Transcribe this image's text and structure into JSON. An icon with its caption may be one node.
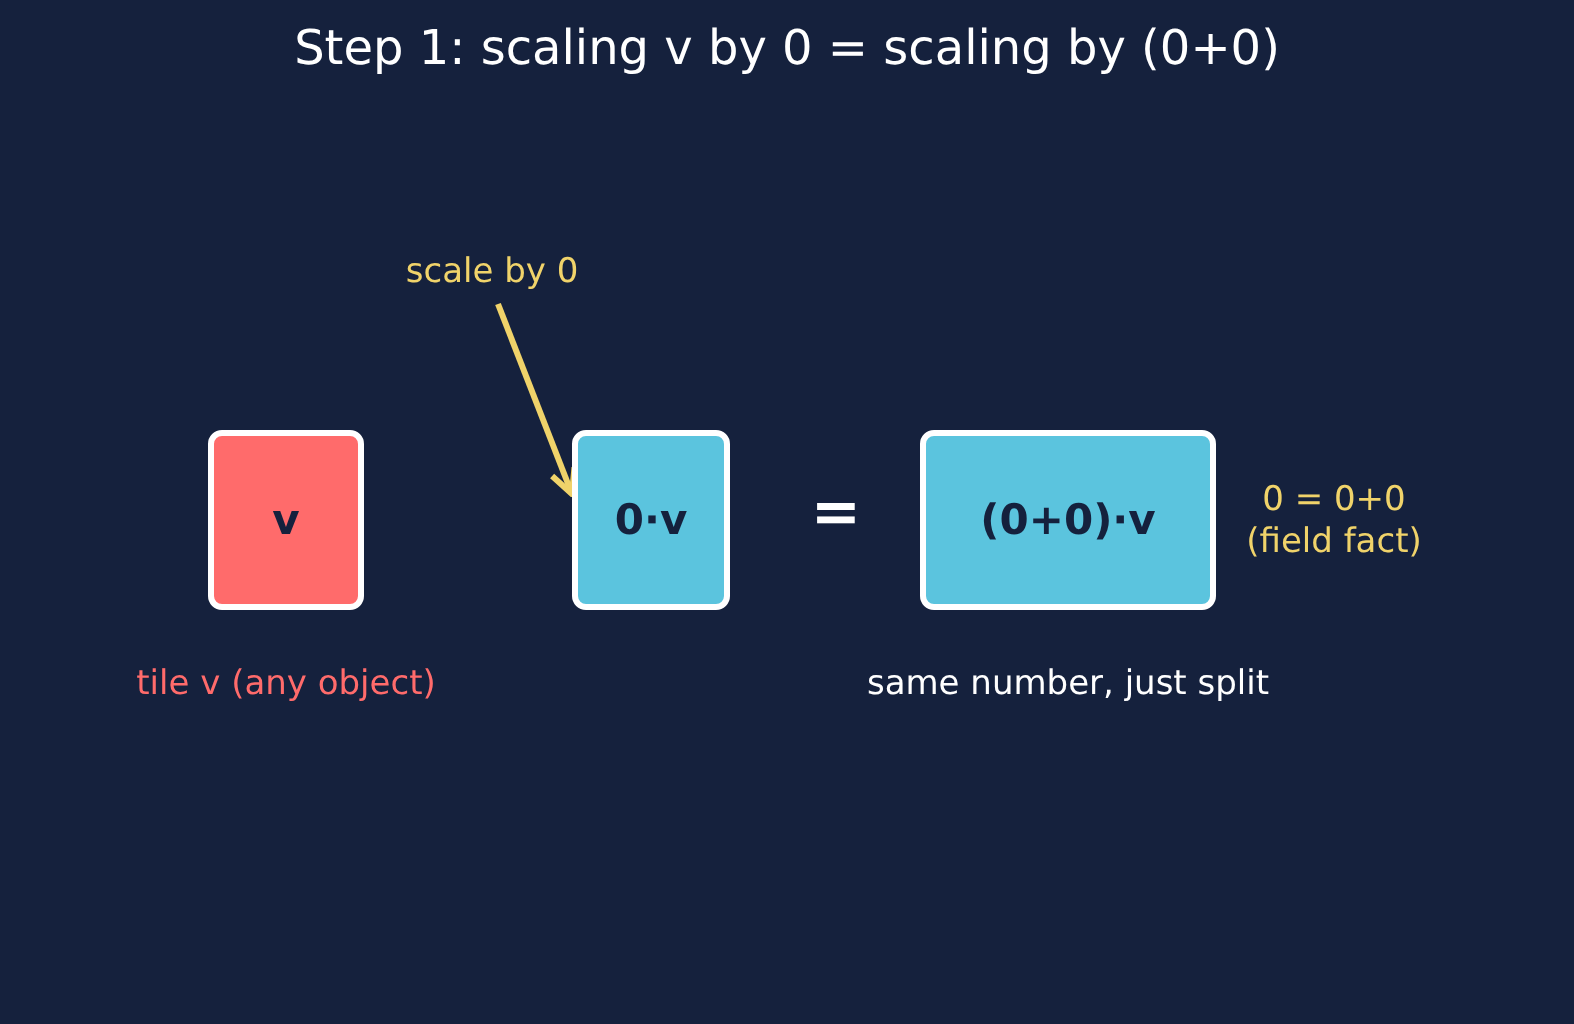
{
  "diagram": {
    "title": "Step 1: scaling v by 0 = scaling by (0+0)",
    "nodes": [
      {
        "text": [
          "v"
        ],
        "beside": [
          "tile v (any object)"
        ]
      },
      {
        "text": [
          "scale by 0"
        ]
      },
      {
        "text": [
          "0·v"
        ]
      },
      {
        "text": [
          "(0+0)·v"
        ],
        "beside": [
          "0 = 0+0 (field fact)",
          "same number, just split"
        ]
      }
    ],
    "edges": [
      {
        "from": 1,
        "to": 2,
        "arrow": "to",
        "color": "#f0d36a"
      }
    ],
    "labels": [
      "="
    ]
  }
}
